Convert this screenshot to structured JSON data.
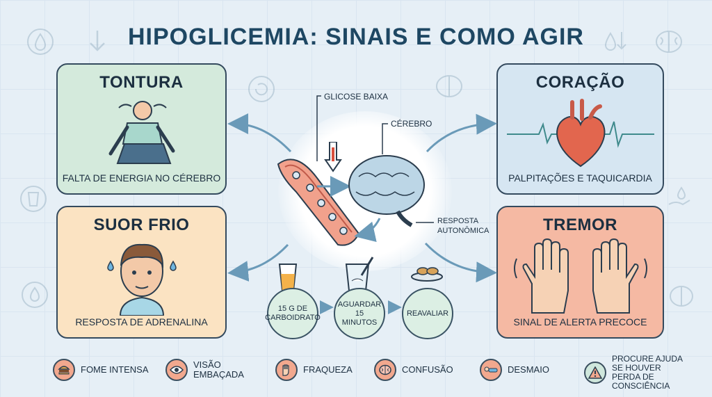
{
  "title": "HIPOGLICEMIA: SINAIS E COMO AGIR",
  "cards": {
    "tontura": {
      "title": "TONTURA",
      "subtitle": "FALTA DE ENERGIA NO CÉREBRO"
    },
    "suor": {
      "title": "SUOR FRIO",
      "subtitle": "RESPOSTA DE ADRENALINA"
    },
    "coracao": {
      "title": "CORAÇÃO",
      "subtitle": "PALPITAÇÕES E TAQUICARDIA"
    },
    "tremor": {
      "title": "TREMOR",
      "subtitle": "SINAL DE ALERTA PRECOCE"
    }
  },
  "center": {
    "glucose_label": "GLICOSE BAIXA",
    "brain_label": "CÉREBRO",
    "response_label_line1": "RESPOSTA",
    "response_label_line2": "AUTONÔMICA"
  },
  "steps": [
    {
      "label": "15 G DE CARBOIDRATO"
    },
    {
      "label": "AGUARDAR 15 MINUTOS"
    },
    {
      "label": "REAVALIAR"
    }
  ],
  "bottom": [
    {
      "icon": "burger-icon",
      "label": "FOME INTENSA"
    },
    {
      "icon": "eye-icon",
      "label": "VISÃO EMBAÇADA"
    },
    {
      "icon": "hand-icon",
      "label": "FRAQUEZA"
    },
    {
      "icon": "brain-icon",
      "label": "CONFUSÃO"
    },
    {
      "icon": "fainting-icon",
      "label": "DESMAIO"
    },
    {
      "icon": "warning-icon",
      "label": "PROCURE AJUDA SE HOUVER PERDA DE CONSCIÊNCIA"
    }
  ],
  "colors": {
    "background": "#e6eff6",
    "green_card": "#d4eadc",
    "orange_card": "#fbe3c2",
    "blue_card": "#d6e6f2",
    "red_card": "#f5b9a3",
    "accent_arrow": "#6a9ab8"
  }
}
